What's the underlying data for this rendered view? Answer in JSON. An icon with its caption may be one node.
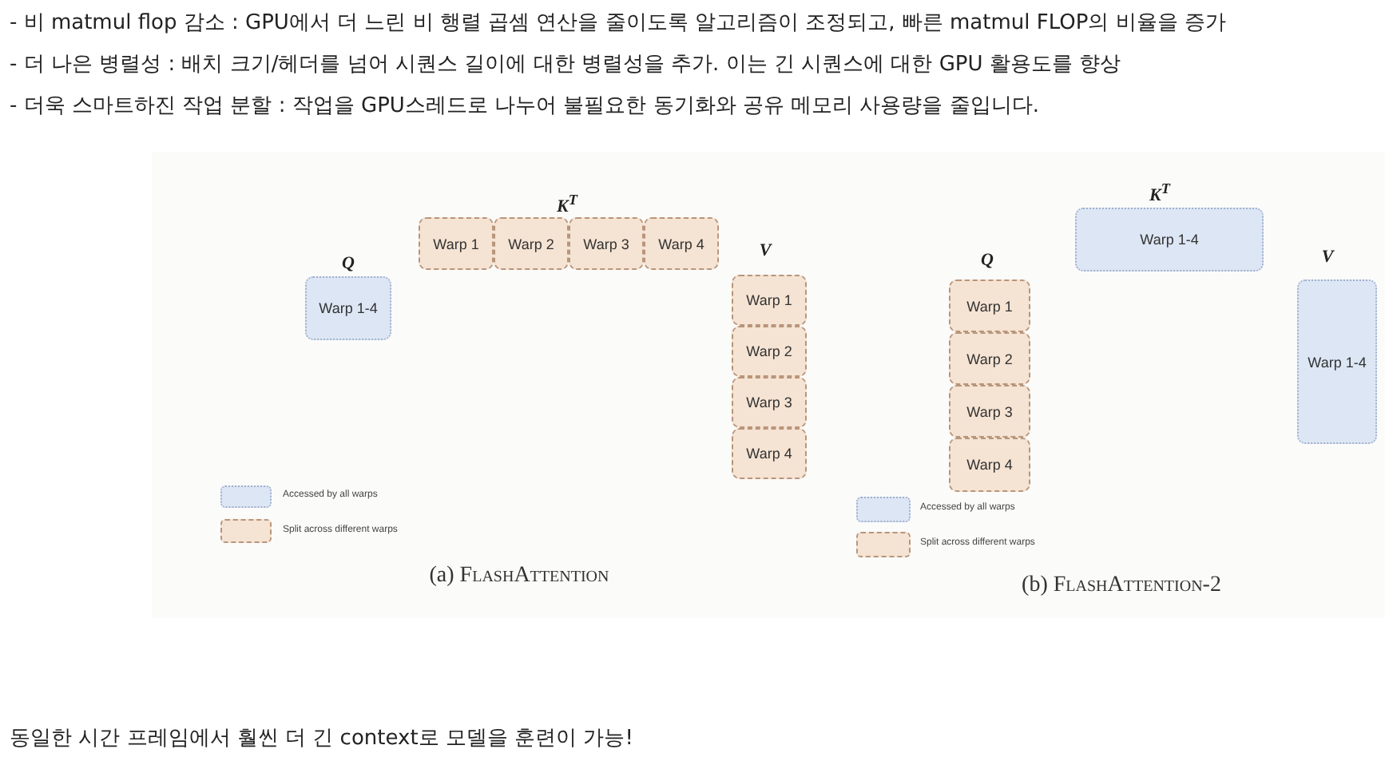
{
  "diagram": {
    "nodes": [
      {
        "text": [
          "Warp 1-4"
        ]
      },
      {
        "text": [
          "Warp 1"
        ]
      },
      {
        "text": [
          "Warp 2"
        ]
      },
      {
        "text": [
          "Warp 3"
        ]
      },
      {
        "text": [
          "Warp 4"
        ]
      },
      {
        "text": [
          "Warp 1"
        ]
      },
      {
        "text": [
          "Warp 2"
        ]
      },
      {
        "text": [
          "Warp 3"
        ]
      },
      {
        "text": [
          "Warp 4"
        ]
      },
      {
        "text": [
          "Warp 1-4"
        ]
      },
      {
        "text": [
          "Warp 1"
        ]
      },
      {
        "text": [
          "Warp 2"
        ]
      },
      {
        "text": [
          "Warp 3"
        ]
      },
      {
        "text": [
          "Warp 4"
        ]
      },
      {
        "text": [
          "Warp 1-4"
        ]
      }
    ],
    "labels": [
      "- 비 matmul flop 감소 : GPU에서 더 느린 비 행렬 곱셈 연산을 줄이도록 알고리즘이 조정되고, 빠른 matmul FLOP의 비율을 증가",
      "- 더 나은 병렬성 : 배치 크기/헤더를 넘어 시퀀스 길이에 대한 병렬성을 추가. 이는 긴 시퀀스에 대한 GPU 활용도를 향상",
      "- 더욱 스마트하진 작업 분할 : 작업을 GPU스레드로 나누어 불필요한 동기화와 공유 메모리 사용량을 줄입니다.",
      "K$^{T}$",
      "Q",
      "V",
      "(a) FlashAttention",
      "K$^{T}$",
      "Q",
      "V",
      "(b) FlashAttention-2",
      "동일한 시간 프레임에서 훨씬 더 긴 context로 모델을 훈련이 가능!"
    ],
    "legend": [
      {
        "text": "Accessed by all warps",
        "color": "#dde6f4"
      },
      {
        "text": "Split across different warps",
        "color": "#f5e3d3"
      },
      {
        "text": "Accessed by all warps",
        "color": "#dde6f4"
      },
      {
        "text": "Split across different warps",
        "color": "#f5e3d3"
      }
    ]
  }
}
